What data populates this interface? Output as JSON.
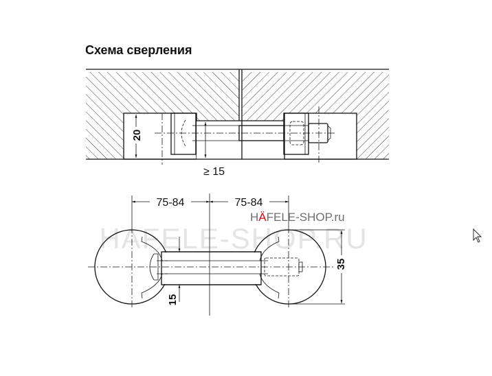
{
  "title": "Схема сверления",
  "top_view": {
    "height_dim": "20",
    "min_dim": "≥ 15"
  },
  "bottom_view": {
    "left_dim": "75-84",
    "right_dim": "75-84",
    "bar_dim": "15",
    "diameter_dim": "35"
  },
  "logo": {
    "text_prefix": "H",
    "text_accent": "Ä",
    "text_suffix": "FELE-SHOP.ru",
    "accent_color": "#e30613"
  },
  "watermark": "HAFELE-SHOP.RU",
  "cursor": "pointer-cursor-icon"
}
